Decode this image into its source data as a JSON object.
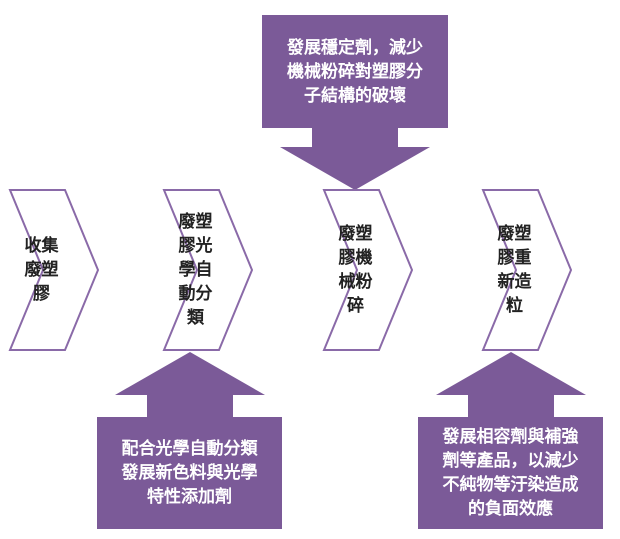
{
  "colors": {
    "accent": "#7b5a98",
    "chevron_stroke": "#8a6aa8",
    "chevron_fill": "#ffffff",
    "callout_text": "#ffffff",
    "step_text": "#222222"
  },
  "steps": [
    {
      "label": "收集\n廢塑\n膠"
    },
    {
      "label": "廢塑\n膠光\n學自\n動分\n類"
    },
    {
      "label": "廢塑\n膠機\n械粉\n碎"
    },
    {
      "label": "廢塑\n膠重\n新造\n粒"
    }
  ],
  "callouts": {
    "top": {
      "label": "發展穩定劑，減少\n機械粉碎對塑膠分\n子結構的破壞",
      "arrow_direction": "down",
      "target_step": 3
    },
    "bottom_left": {
      "label": "配合光學自動分類\n發展新色料與光學\n特性添加劑",
      "arrow_direction": "up",
      "target_step": 2
    },
    "bottom_right": {
      "label": "發展相容劑與補強\n劑等產品，以減少\n不純物等汙染造成\n的負面效應",
      "arrow_direction": "up",
      "target_step": 4
    }
  }
}
